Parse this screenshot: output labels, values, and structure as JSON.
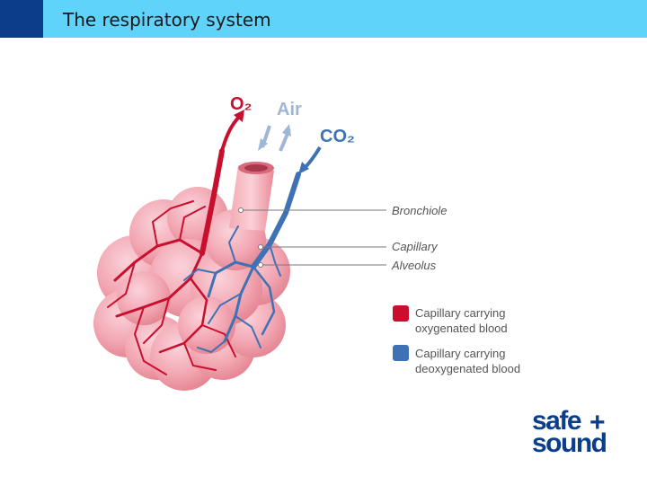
{
  "header": {
    "title": "The respiratory system"
  },
  "diagram": {
    "labels": {
      "o2": "O₂",
      "air": "Air",
      "co2": "CO₂",
      "bronchiole": "Bronchiole",
      "capillary": "Capillary",
      "alveolus": "Alveolus"
    },
    "legend": [
      {
        "line1": "Capillary carrying",
        "line2": "oxygenated blood",
        "color": "#c8102e"
      },
      {
        "line1": "Capillary carrying",
        "line2": "deoxygenated blood",
        "color": "#3f72b5"
      }
    ],
    "colors": {
      "oxygenated": "#c8102e",
      "deoxygenated": "#3f72b5",
      "alveolus": "#f2a7b3",
      "air_arrow": "#9fb6d6"
    }
  },
  "logo": {
    "text": "safe+sound"
  },
  "theme": {
    "header_bg": "#5fd3f9",
    "header_accent": "#0b3e8a"
  }
}
